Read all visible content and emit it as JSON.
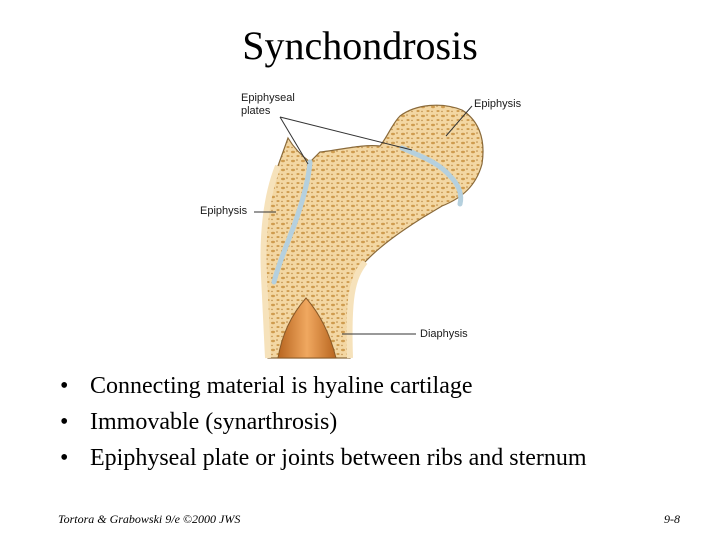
{
  "slide": {
    "title": "Synchondrosis"
  },
  "diagram": {
    "labels": {
      "epiphyseal_plates": [
        "Epiphyseal",
        "plates"
      ],
      "epiphysis_top": "Epiphysis",
      "epiphysis_left": "Epiphysis",
      "diaphysis": "Diaphysis"
    },
    "colors": {
      "spongy_bone": "#f3d7a3",
      "trabecula_dot": "#cf9c4f",
      "cortical_bone": "#f6e2bb",
      "cartilage_plate": "#b5d0de",
      "marrow_cavity": "#d8833a",
      "outline": "#8a6a3a"
    }
  },
  "bullets": [
    "Connecting material is hyaline cartilage",
    "Immovable (synarthrosis)",
    "Epiphyseal plate or joints between ribs and sternum"
  ],
  "bullet_symbol": "•",
  "footer": {
    "left": "Tortora & Grabowski 9/e ©2000 JWS",
    "right": "9-8"
  }
}
